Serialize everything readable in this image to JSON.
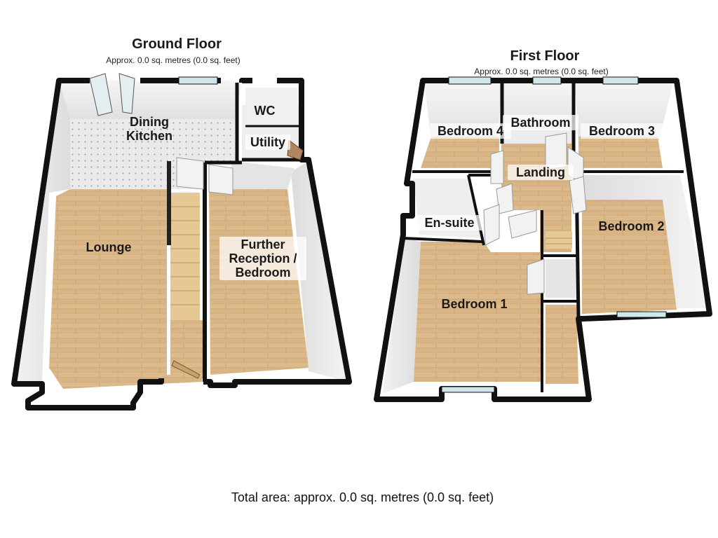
{
  "ground_floor": {
    "title": "Ground Floor",
    "area": "Approx. 0.0 sq. metres (0.0 sq. feet)",
    "rooms": {
      "dining_kitchen_1": "Dining",
      "dining_kitchen_2": "Kitchen",
      "wc": "WC",
      "utility": "Utility",
      "lounge": "Lounge",
      "further_1": "Further",
      "further_2": "Reception /",
      "further_3": "Bedroom"
    }
  },
  "first_floor": {
    "title": "First Floor",
    "area": "Approx. 0.0 sq. metres (0.0 sq. feet)",
    "rooms": {
      "bedroom4": "Bedroom 4",
      "bathroom": "Bathroom",
      "bedroom3": "Bedroom 3",
      "landing": "Landing",
      "ensuite": "En-suite",
      "bedroom2": "Bedroom 2",
      "bedroom1": "Bedroom 1"
    }
  },
  "total_area": "Total area: approx. 0.0 sq. metres (0.0 sq. feet)"
}
